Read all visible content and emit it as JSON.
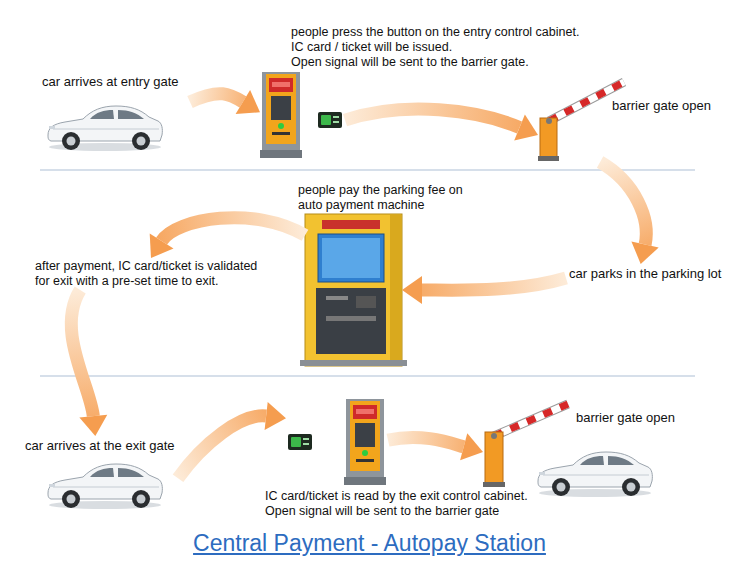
{
  "diagram": {
    "title": "Central Payment - Autopay Station",
    "nodes": [
      {
        "text": [
          "car arrives at entry gate"
        ]
      },
      {
        "text": [
          "people press the button on the entry control cabinet.",
          "IC card / ticket will be issued.",
          "Open signal will be sent to the barrier gate."
        ]
      },
      {
        "text": [
          "barrier gate open"
        ]
      },
      {
        "text": [
          "car parks in the parking lot"
        ]
      },
      {
        "text": [
          "people pay the parking fee on auto payment machine"
        ]
      },
      {
        "text": [
          "after payment, IC card/ticket is validated for exit with a pre-set time to exit."
        ]
      },
      {
        "text": [
          "car arrives at the exit gate"
        ]
      },
      {
        "text": [
          "IC card/ticket is read by the exit control cabinet.",
          "Open signal will be sent to the barrier gate"
        ]
      },
      {
        "text": [
          "barrier gate open"
        ]
      }
    ],
    "edges": [
      {
        "from": 0,
        "to": 1,
        "arrow": "to"
      },
      {
        "from": 1,
        "to": 2,
        "arrow": "to"
      },
      {
        "from": 2,
        "to": 3,
        "arrow": "to"
      },
      {
        "from": 3,
        "to": 4,
        "arrow": "to"
      },
      {
        "from": 4,
        "to": 5,
        "arrow": "to"
      },
      {
        "from": 5,
        "to": 6,
        "arrow": "to"
      },
      {
        "from": 6,
        "to": 7,
        "arrow": "to"
      },
      {
        "from": 7,
        "to": 8,
        "arrow": "to"
      }
    ]
  }
}
